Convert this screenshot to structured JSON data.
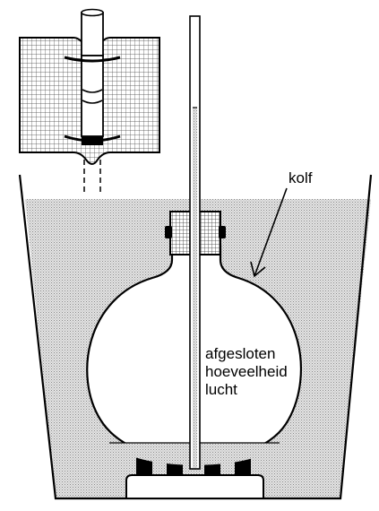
{
  "labels": {
    "flask": "kolf",
    "air_line1": "afgesloten",
    "air_line2": "hoeveelheid",
    "air_line3": "lucht"
  },
  "colors": {
    "line": "#000000",
    "liquid": "#d6d6d6",
    "grid": "#555555",
    "background": "#ffffff"
  },
  "icons": [
    "magnifier-detail-grid",
    "arrow-pointer",
    "stopper",
    "clamp-blocks"
  ]
}
